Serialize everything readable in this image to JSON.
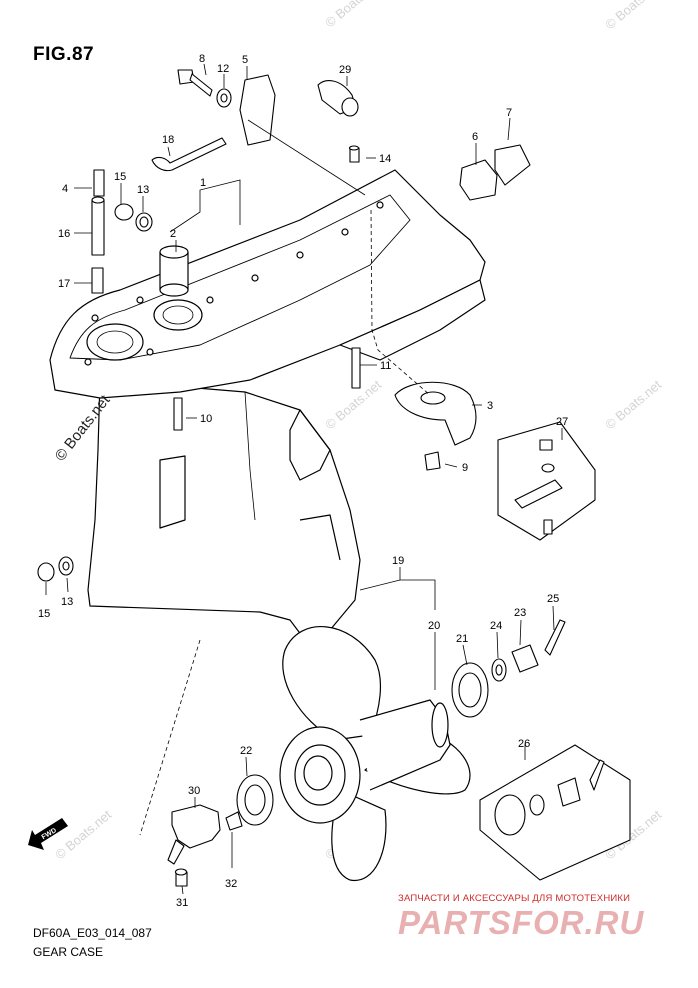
{
  "figure": {
    "title": "FIG.87",
    "code": "DF60A_E03_014_087",
    "name": "GEAR CASE"
  },
  "watermark": {
    "text": "© Boats.net",
    "side_text": "© Boats.net"
  },
  "banner": {
    "small_text": "ЗАПЧАСТИ И АКСЕССУАРЫ ДЛЯ МОТОТЕХНИКИ",
    "big_text": "PARTSFOR.RU",
    "color": "#d12a2a"
  },
  "fwd_badge": "FWD",
  "callouts": {
    "c1": "1",
    "c2": "2",
    "c3": "3",
    "c4": "4",
    "c5": "5",
    "c6": "6",
    "c7": "7",
    "c8": "8",
    "c9": "9",
    "c10": "10",
    "c11": "11",
    "c12": "12",
    "c13a": "13",
    "c13b": "13",
    "c14": "14",
    "c15a": "15",
    "c15b": "15",
    "c16": "16",
    "c17": "17",
    "c18": "18",
    "c19": "19",
    "c20": "20",
    "c21": "21",
    "c22": "22",
    "c23": "23",
    "c24": "24",
    "c25": "25",
    "c26": "26",
    "c27": "27",
    "c29": "29",
    "c30": "30",
    "c31": "31",
    "c32": "32"
  }
}
